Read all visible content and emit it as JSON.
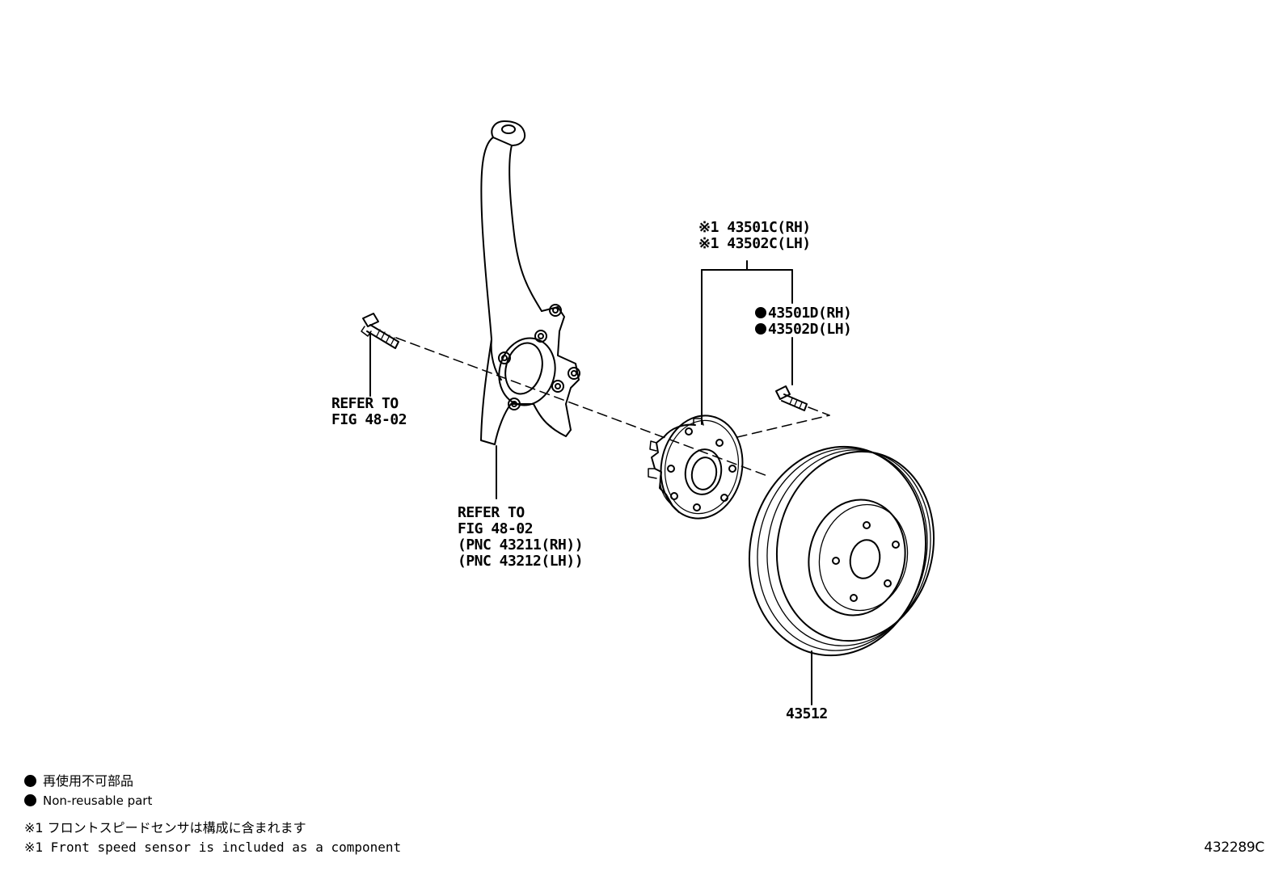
{
  "callouts": {
    "sensor_rh": "※1 43501C(RH)",
    "sensor_lh": "※1 43502C(LH)",
    "bolt_rh": "43501D(RH)",
    "bolt_lh": "43502D(LH)",
    "bolt_left_line1": "REFER TO",
    "bolt_left_line2": "FIG 48-02",
    "knuckle_line1": "REFER TO",
    "knuckle_line2": "FIG 48-02",
    "knuckle_line3": "(PNC 43211(RH))",
    "knuckle_line4": "(PNC 43212(LH))",
    "disc": "43512"
  },
  "legend": {
    "nonreusable_jp": "再使用不可部品",
    "nonreusable_en": "Non-reusable part",
    "note_jp": "※1 フロントスピードセンサは構成に含まれます",
    "note_en": "※1 Front speed sensor is included  as a component"
  },
  "figure_number": "432289C",
  "icons": {
    "nonreusable_marker": "filled-circle-icon"
  }
}
